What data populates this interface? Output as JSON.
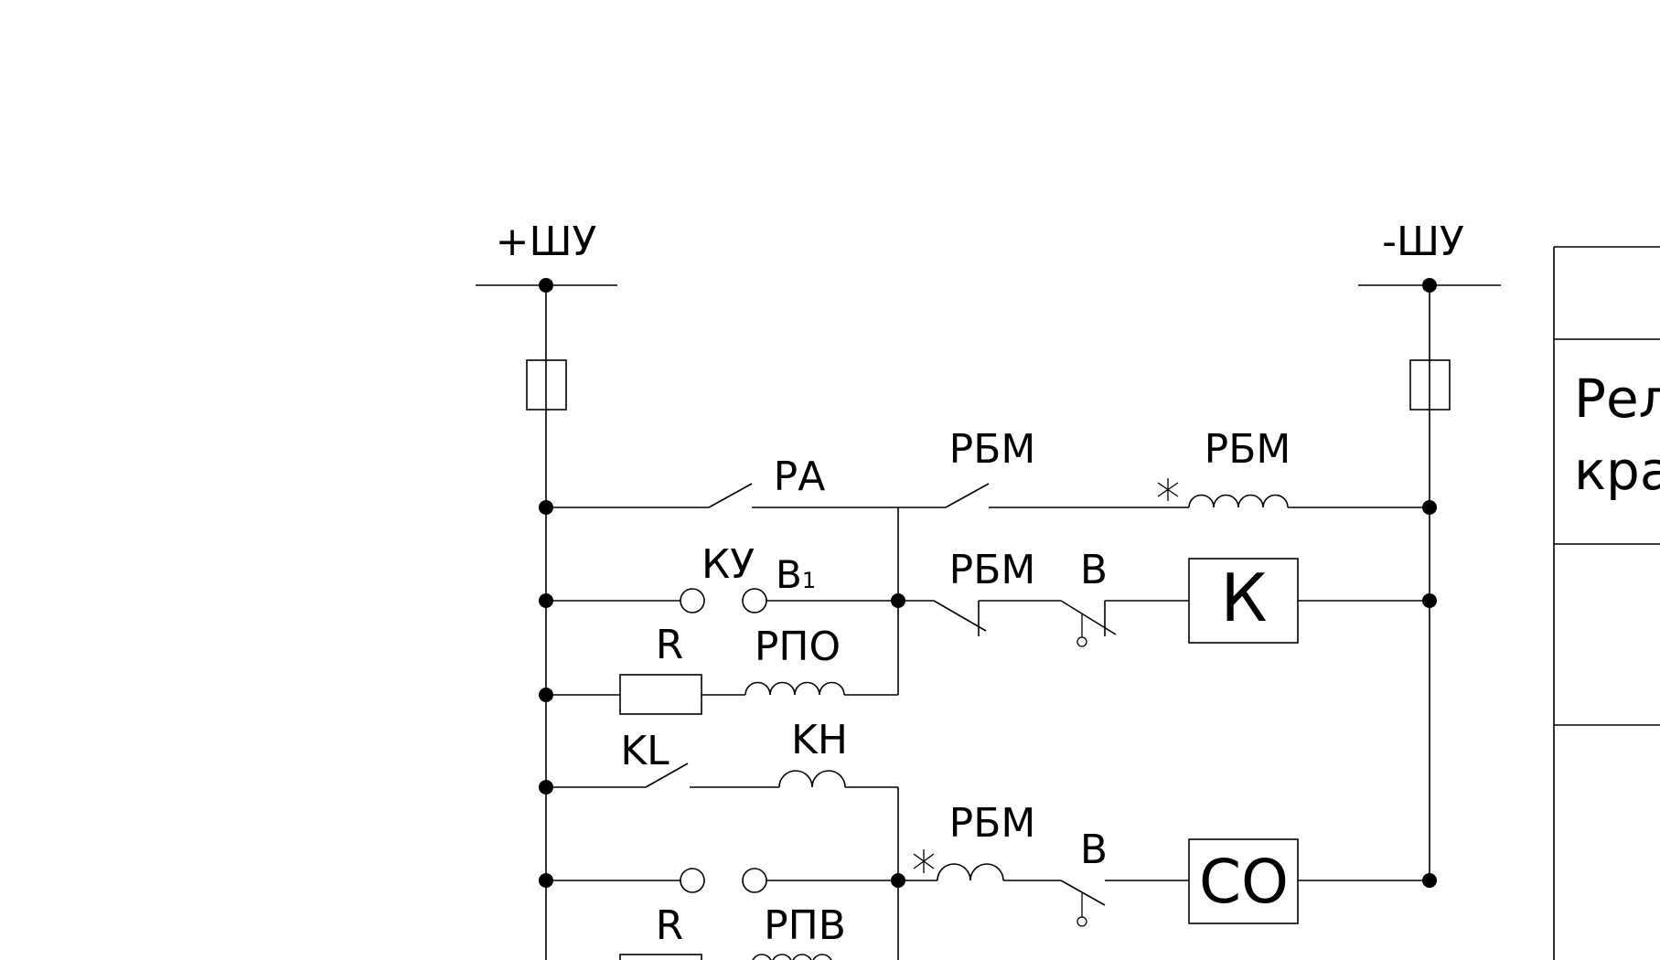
{
  "bus": {
    "positive_label": "+ШУ",
    "negative_label": "-ШУ"
  },
  "labels": {
    "ra": "РА",
    "rbm_contact_1": "РБМ",
    "rbm_coil_1": "РБМ",
    "ku": "КУ",
    "b1_main": "В",
    "b1_sub": "1",
    "rbm_contact_2": "РБМ",
    "b_contact_1": "В",
    "k_box": "К",
    "r_1": "R",
    "rpo": "РПО",
    "kl": "KL",
    "kh": "KH",
    "rbm_coil_2": "РБМ",
    "b_contact_2": "В",
    "co_box": "СО",
    "r_2": "R",
    "rpv": "РПВ"
  },
  "side_panel": {
    "line1": "Рел",
    "line2": "кра"
  }
}
